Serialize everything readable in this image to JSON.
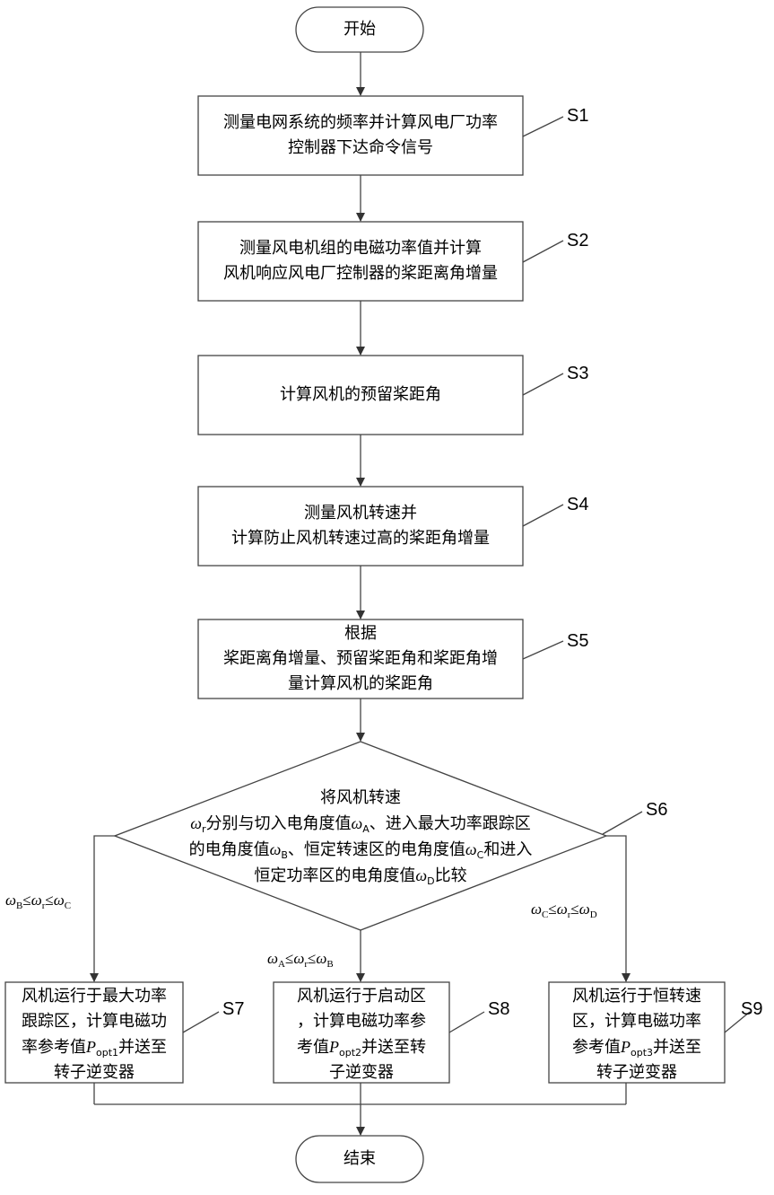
{
  "start": {
    "text": "开始"
  },
  "end": {
    "text": "结束"
  },
  "steps": [
    {
      "tag": "S1",
      "lines": [
        "测量电网系统的频率并计算风电厂功率",
        "控制器下达命令信号"
      ]
    },
    {
      "tag": "S2",
      "lines": [
        "测量风电机组的电磁功率值并计算",
        "风机响应风电厂控制器的桨距离角增量"
      ]
    },
    {
      "tag": "S3",
      "lines": [
        "计算风机的预留桨距角"
      ]
    },
    {
      "tag": "S4",
      "lines": [
        "测量风机转速并",
        "计算防止风机转速过高的桨距角增量"
      ]
    },
    {
      "tag": "S5",
      "lines": [
        "根据",
        "桨距离角增量、预留桨距角和桨距角增",
        "量计算风机的桨距角"
      ]
    }
  ],
  "decision": {
    "tag": "S6",
    "line1": "将风机转速",
    "line2": {
      "w": "ω",
      "sub": "r",
      "text": "分别与切入电角度值",
      "w2": "ω",
      "sub2": "A",
      "tail": "、进入最大功率跟踪区"
    },
    "line3": {
      "pre": "的电角度值",
      "w": "ω",
      "sub": "B",
      "mid": "、恒定转速区的电角度值",
      "w2": "ω",
      "sub2": "C",
      "tail": "和进入"
    },
    "line4": {
      "pre": "恒定功率区的电角度值",
      "w": "ω",
      "sub": "D",
      "tail": "比较"
    }
  },
  "conditions": {
    "left": {
      "a": "ω",
      "a_sub": "B",
      "rel1": "≤",
      "b": "ω",
      "b_sub": "r",
      "rel2": "≤",
      "c": "ω",
      "c_sub": "C"
    },
    "middle": {
      "a": "ω",
      "a_sub": "A",
      "rel1": "≤",
      "b": "ω",
      "b_sub": "r",
      "rel2": "≤",
      "c": "ω",
      "c_sub": "B"
    },
    "right": {
      "a": "ω",
      "a_sub": "C",
      "rel1": "≤",
      "b": "ω",
      "b_sub": "r",
      "rel2": "≤",
      "c": "ω",
      "c_sub": "D"
    }
  },
  "outcomes": [
    {
      "tag": "S7",
      "line1": "风机运行于最大功率",
      "line2": "跟踪区，计算电磁功",
      "line3_pre": "率参考值",
      "p": "P",
      "p_sub": "opt1",
      "line3_tail": "并送至",
      "line4": "转子逆变器"
    },
    {
      "tag": "S8",
      "line1": "风机运行于启动区",
      "line2": "，计算电磁功率参",
      "line3_pre": "考值",
      "p": "P",
      "p_sub": "opt2",
      "line3_tail": "并送至转",
      "line4": "子逆变器"
    },
    {
      "tag": "S9",
      "line1": "风机运行于恒转速",
      "line2": "区，计算电磁功率",
      "line3_pre": "参考值",
      "p": "P",
      "p_sub": "opt3",
      "line3_tail": "并送至",
      "line4": "转子逆变器"
    }
  ]
}
